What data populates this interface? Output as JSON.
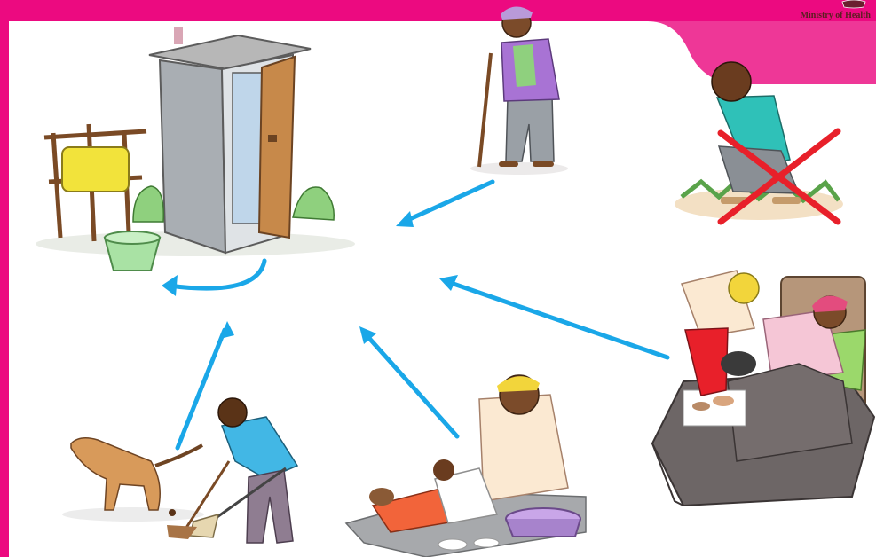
{
  "header": {
    "ministry_label": "Ministry of Health"
  },
  "colors": {
    "background_magenta": "#ec0a80",
    "panel_white": "#ffffff",
    "arrow_blue": "#1aa7e8",
    "cross_red": "#e8202a"
  },
  "scenes": [
    {
      "id": "latrine-with-handwashing",
      "icon": "latrine-icon"
    },
    {
      "id": "elderly-woman-with-cane",
      "icon": "elder-icon"
    },
    {
      "id": "open-defecation-crossed-out",
      "icon": "cross-icon"
    },
    {
      "id": "caregiver-with-bedridden-patient",
      "icon": "patient-icon"
    },
    {
      "id": "mother-cleaning-baby",
      "icon": "mother-icon"
    },
    {
      "id": "man-scooping-dog-feces",
      "icon": "shovel-icon"
    }
  ]
}
